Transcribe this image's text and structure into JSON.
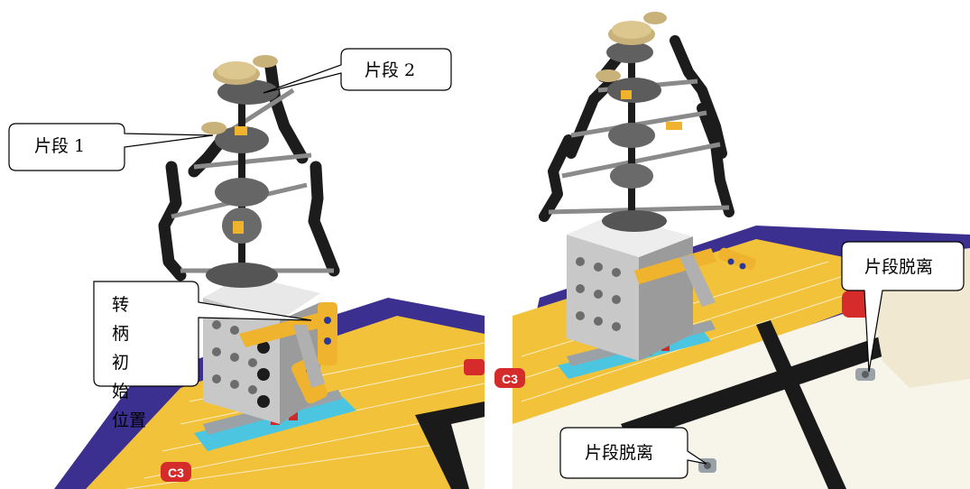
{
  "left": {
    "callout_segment_1": "片段 1",
    "callout_segment_2": "片段 2",
    "callout_crank_line1": "转 柄",
    "callout_crank_line2": "初 始",
    "callout_crank_line3": "位置",
    "mat_tag": "C3"
  },
  "right": {
    "callout_detach_top": "片段脱离",
    "callout_detach_bottom": "片段脱离",
    "mat_tag": "C3"
  },
  "colors": {
    "mat_yellow": "#f2c23a",
    "mat_purple": "#3b2f8f",
    "mat_white": "#f7f5ea",
    "mat_black": "#1a1a1a",
    "frame_black": "#1c1c1c",
    "frame_gray": "#7e7e7e",
    "base_cyan": "#4cc6e0",
    "gear_tan": "#c9b27a",
    "pin_red": "#cc2a2a",
    "arm_yellow": "#f0b32e",
    "tag_red": "#d52b2b"
  }
}
